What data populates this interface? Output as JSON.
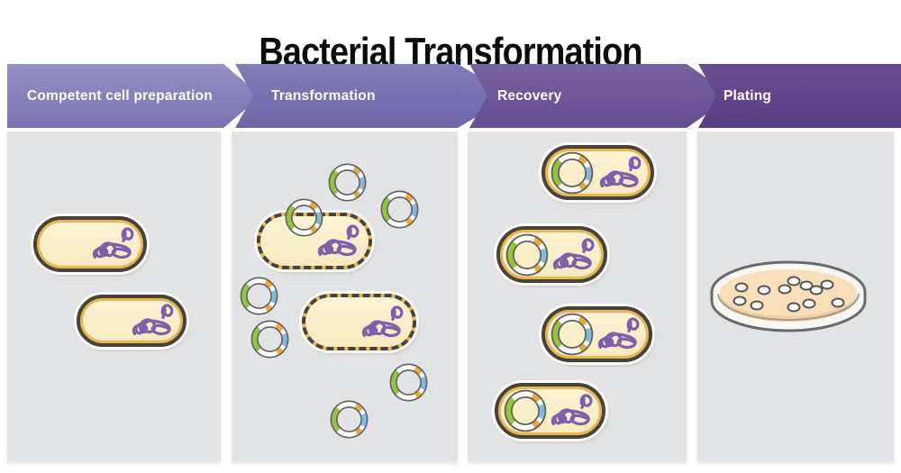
{
  "title": "Bacterial Transformation",
  "stages": [
    {
      "label": "Competent cell preparation"
    },
    {
      "label": "Transformation"
    },
    {
      "label": "Recovery"
    },
    {
      "label": "Plating"
    }
  ],
  "icons": {
    "plasmid": "plasmid-ring-icon",
    "chromosomal_dna": "chromosomal-dna-icon",
    "petri_dish": "petri-dish-icon"
  },
  "colors": {
    "page_bg": "#ffffff",
    "panel_bg": "#e2e3e5",
    "banner_text": "#ffffff",
    "stage1_top": "#948fc5",
    "stage1_bottom": "#7b73b0",
    "stage2_top": "#837cba",
    "stage2_bottom": "#6e66a8",
    "stage3_top": "#76629e",
    "stage3_bottom": "#624e91",
    "stage4_top": "#6a4e91",
    "stage4_bottom": "#593e82",
    "cell_fill_top": "#fdf4d6",
    "cell_fill_bottom": "#f8e9bd",
    "cell_ring": "#e9b54d",
    "cell_border": "#46433c",
    "dna": "#7d5fab",
    "plasmid_outline": "#606060",
    "plasmid_band": "#ffffff",
    "plasmid_green": "#92c43e",
    "plasmid_blue": "#82b9dc",
    "plasmid_yellow": "#e6aa3b",
    "dish_fill": "#f7f7f4",
    "dish_outline": "#6a6a6a",
    "agar_top": "#f8dfba",
    "agar_front": "#efcd9b",
    "colony_fill": "#fdfdfb",
    "colony_outline": "#555555"
  }
}
